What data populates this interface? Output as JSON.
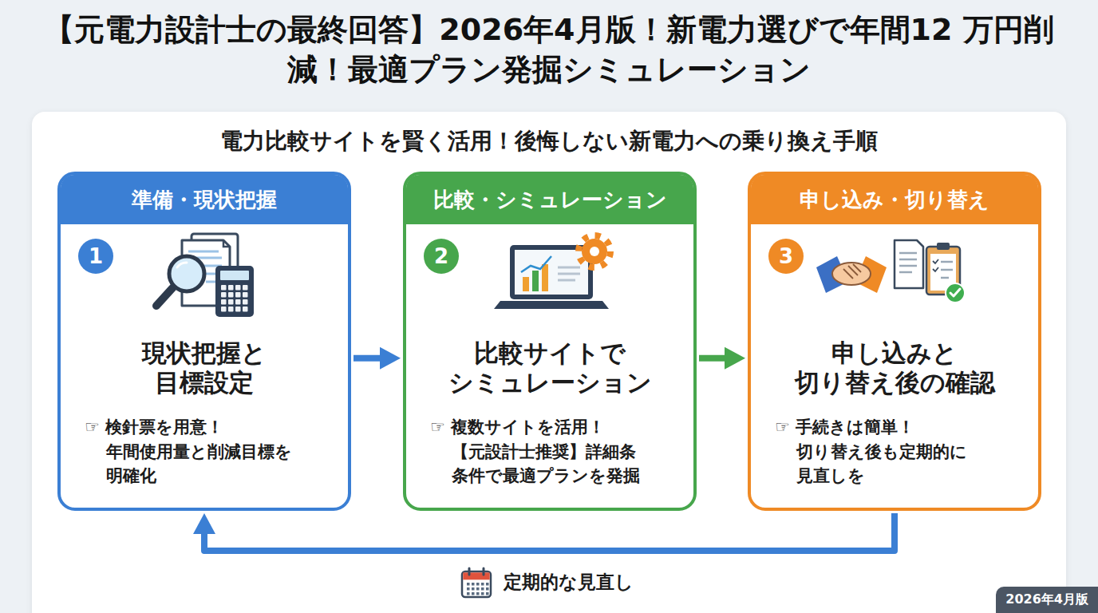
{
  "diagram": {
    "title": "【元電力設計士の最終回答】2026年4月版！新電力選びで年間12 万円削減！最適プラン発掘シミュレーション",
    "nodes": [
      {
        "text": [
          "電力比較サイトを賢く活用！後悔しない新電力への乗り換え手順"
        ]
      },
      {
        "text": [
          "準備・現状把握",
          "現状把握と 目標設定",
          "☞ 検針票を用意！ 年間使用量と削減目標を 明確化"
        ],
        "in": 0
      },
      {
        "text": [
          "1"
        ],
        "in": 1
      },
      {
        "text": [
          "比較・シミュレーション",
          "比較サイトで シミュレーション",
          "☞ 複数サイトを活用！ 【元設計士推奨】詳細条 条件で最適プランを発掘"
        ],
        "in": 0
      },
      {
        "text": [
          "2"
        ],
        "in": 3
      },
      {
        "text": [
          "申し込み・切り替え",
          "申し込みと 切り替え後の確認",
          "☞ 手続きは簡単！ 切り替え後も定期的に 見直しを"
        ],
        "in": 0
      },
      {
        "text": [
          "3"
        ],
        "in": 5
      }
    ],
    "edges": [
      {
        "from": 1,
        "to": 3,
        "arrow": "to"
      },
      {
        "from": 3,
        "to": 5,
        "arrow": "to"
      },
      {
        "from": 5,
        "to": 1,
        "arrow": "to",
        "label": "定期的な見直し"
      }
    ],
    "labels": [
      "2026年4月版"
    ]
  }
}
